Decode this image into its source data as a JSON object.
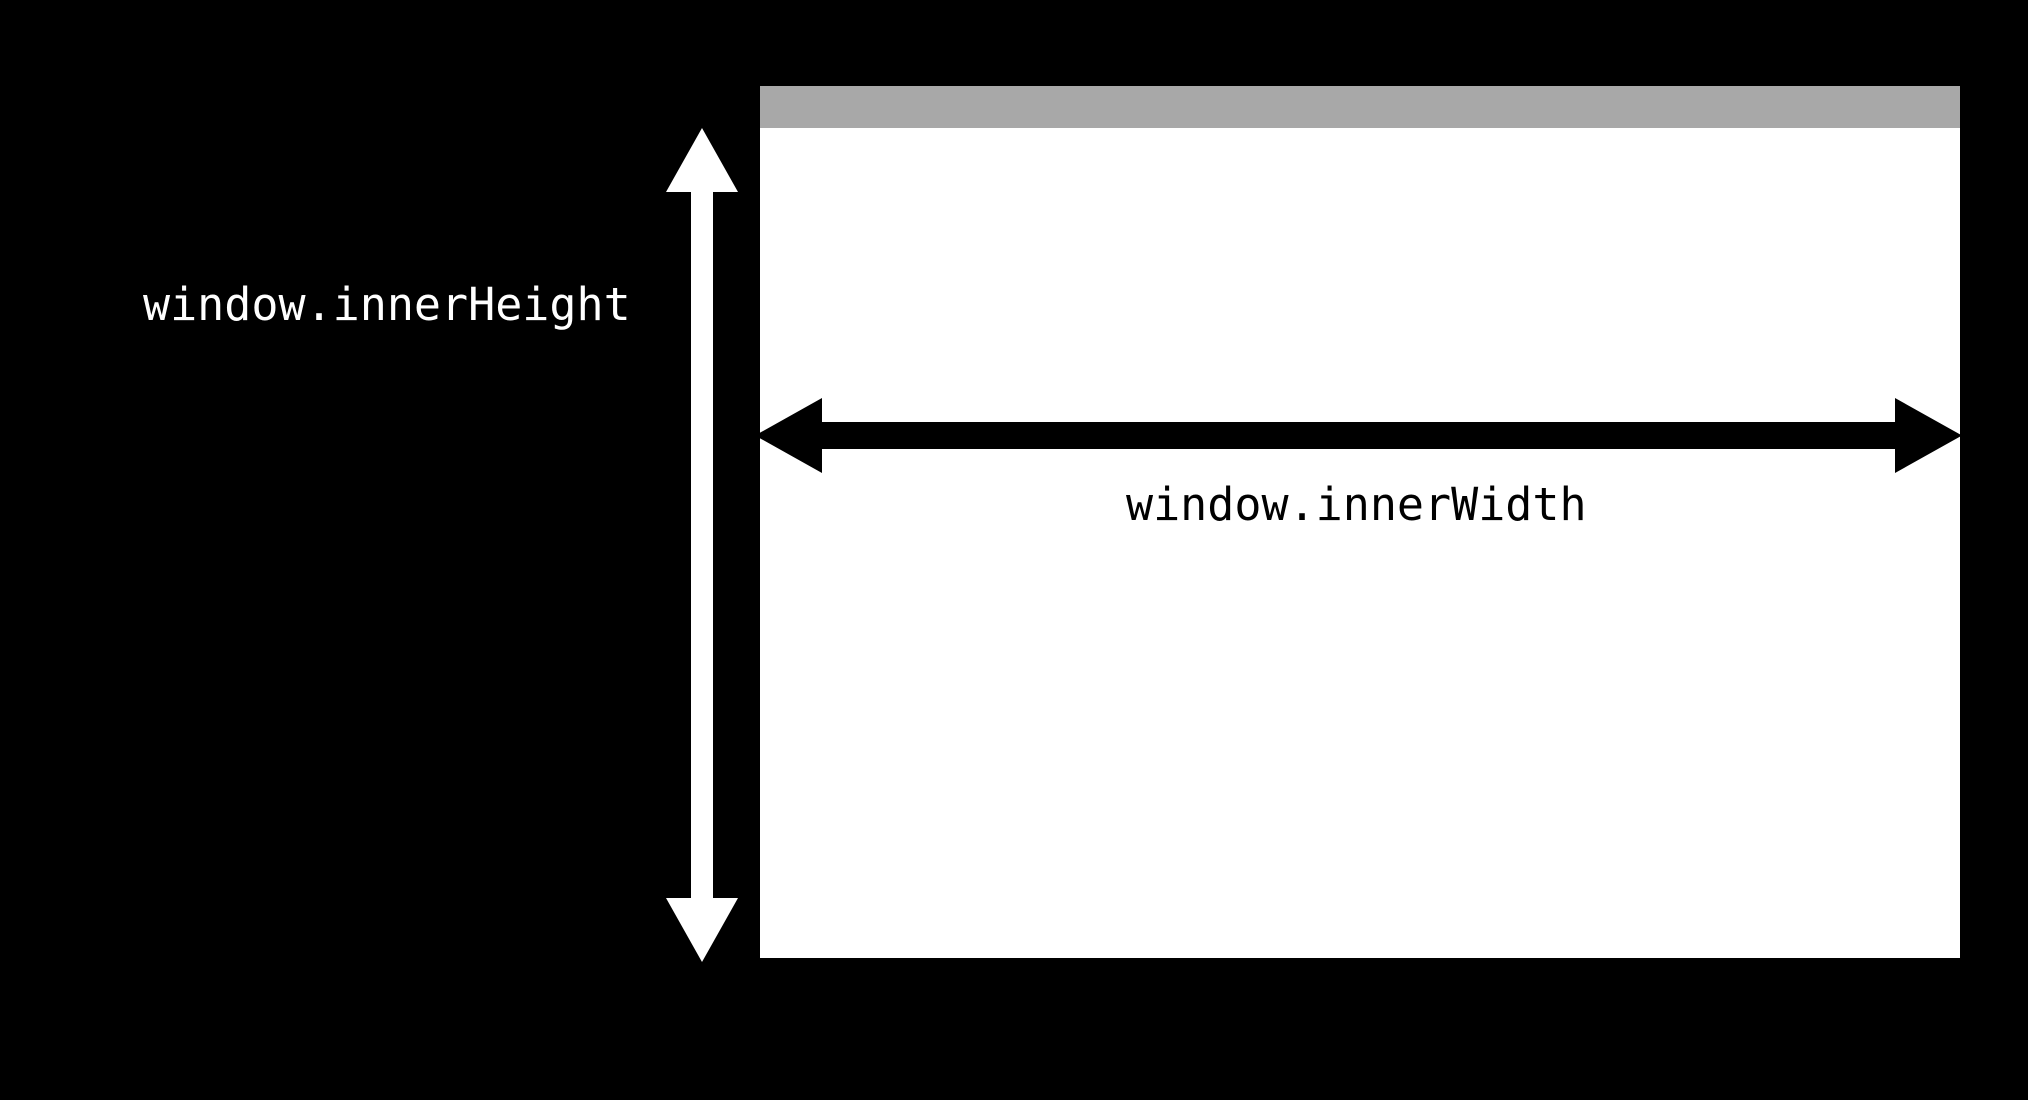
{
  "diagram": {
    "title": "Browser window inner dimensions diagram",
    "background_color": "#000000",
    "labels": {
      "height": {
        "text": "window.innerHeight",
        "color": "#FFFFFF",
        "orientation": "vertical-measure"
      },
      "width": {
        "text": "window.innerWidth",
        "color": "#000000",
        "orientation": "horizontal-measure"
      }
    },
    "window_mock": {
      "titlebar_color": "#A8A8A8",
      "viewport_color": "#FFFFFF",
      "titlebar_name": "browser chrome bar",
      "viewport_name": "page viewport"
    },
    "arrows": {
      "height_arrow": {
        "color": "#FFFFFF",
        "style": "double-headed",
        "direction": "vertical",
        "measures": "window.innerHeight"
      },
      "width_arrow": {
        "color": "#000000",
        "style": "double-headed",
        "direction": "horizontal",
        "measures": "window.innerWidth"
      }
    }
  }
}
